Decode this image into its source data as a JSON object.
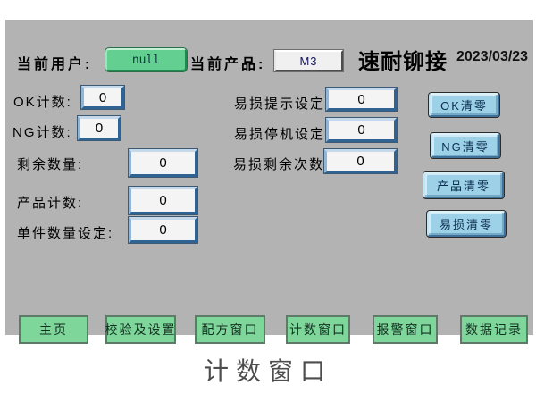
{
  "header": {
    "current_user_label": "当前用户:",
    "current_user_value": "null",
    "current_product_label": "当前产品:",
    "current_product_value": "M3",
    "brand": "速耐铆接",
    "date": "2023/03/23"
  },
  "counters": {
    "rows": [
      {
        "label": "OK计数:",
        "value": "0"
      },
      {
        "label": "NG计数:",
        "value": "0"
      },
      {
        "label": "剩余数量:",
        "value": "0"
      },
      {
        "label": "产品计数:",
        "value": "0"
      },
      {
        "label": "单件数量设定:",
        "value": "0"
      }
    ]
  },
  "wear": {
    "rows": [
      {
        "label": "易损提示设定:",
        "value": "0"
      },
      {
        "label": "易损停机设定:",
        "value": "0"
      },
      {
        "label": "易损剩余次数:",
        "value": "0"
      }
    ]
  },
  "clear_buttons": [
    {
      "label": "OK清零"
    },
    {
      "label": "NG清零"
    },
    {
      "label": "产品清零"
    },
    {
      "label": "易损清零"
    }
  ],
  "nav_buttons": [
    {
      "label": "主页"
    },
    {
      "label": "校验及设置"
    },
    {
      "label": "配方窗口"
    },
    {
      "label": "计数窗口"
    },
    {
      "label": "报警窗口"
    },
    {
      "label": "数据记录"
    }
  ],
  "caption": "计数窗口",
  "colors": {
    "panel_bg": "#b3b3b3",
    "nav_button_green": "#7ed69b",
    "user_button_green": "#63d092",
    "clear_button_cyan": "#9cd1e8",
    "field_border_blue": "#2f6394"
  }
}
